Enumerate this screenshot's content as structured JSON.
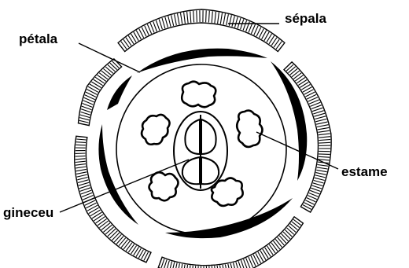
{
  "labels": {
    "sepala": "sépala",
    "petala": "pétala",
    "estame": "estame",
    "gineceu": "gineceu"
  },
  "colors": {
    "ink": "#000000",
    "background": "#ffffff"
  }
}
